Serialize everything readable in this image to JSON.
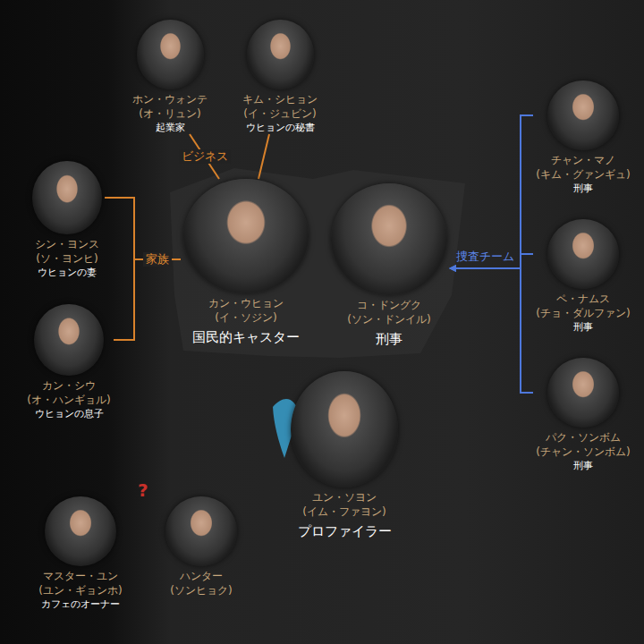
{
  "diagram": {
    "nodes": [
      {
        "text": [
          "ホン・ウォンテ",
          "(オ・リュン)",
          "起業家"
        ]
      },
      {
        "text": [
          "キム・シヒョン",
          "(イ・ジュビン)",
          "ウヒョンの秘書"
        ]
      },
      {
        "text": [
          "チャン・マノ",
          "(キム・グァンギュ)",
          "刑事"
        ]
      },
      {
        "text": [
          "シン・ヨンス",
          "(ソ・ヨンヒ)",
          "ウヒョンの妻"
        ]
      },
      {
        "text": [
          "カン・ウヒョン",
          "(イ・ソジン)",
          "国民的キャスター"
        ]
      },
      {
        "text": [
          "コ・ドングク",
          "(ソン・ドンイル)",
          "刑事"
        ]
      },
      {
        "text": [
          "ペ・ナムス",
          "(チョ・ダルファン)",
          "刑事"
        ]
      },
      {
        "text": [
          "カン・シウ",
          "(オ・ハンギョル)",
          "ウヒョンの息子"
        ]
      },
      {
        "text": [
          "パク・ソンボム",
          "(チャン・ソンボム)",
          "刑事"
        ]
      },
      {
        "text": [
          "ユン・ソヨン",
          "(イム・ファヨン)",
          "プロファイラー"
        ]
      },
      {
        "text": [
          "マスター・ユン",
          "(ユン・ギョンホ)",
          "カフェのオーナー"
        ]
      },
      {
        "text": [
          "ハンター",
          "(ソンヒョク)"
        ]
      }
    ],
    "edges": [
      {
        "from": 0,
        "to": 4,
        "label": "ビジネス",
        "arrow": "none"
      },
      {
        "from": 1,
        "to": 4,
        "arrow": "none"
      },
      {
        "from": 3,
        "to": 4,
        "label": "家族",
        "arrow": "none"
      },
      {
        "from": 7,
        "to": 4,
        "arrow": "none"
      },
      {
        "from": 2,
        "to": 5,
        "label": "捜査チーム",
        "arrow": "to"
      },
      {
        "from": 6,
        "to": 5,
        "arrow": "to"
      },
      {
        "from": 8,
        "to": 5,
        "arrow": "to"
      }
    ],
    "labels": [
      "?"
    ]
  }
}
